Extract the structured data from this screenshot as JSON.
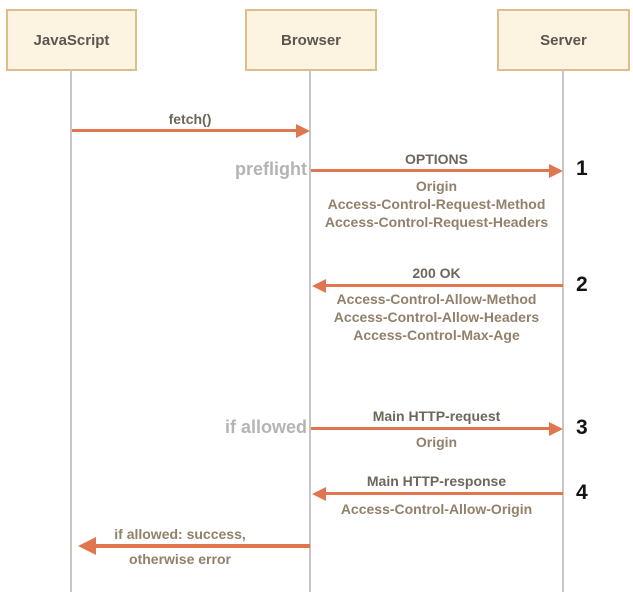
{
  "actors": [
    {
      "label": "JavaScript"
    },
    {
      "label": "Browser"
    },
    {
      "label": "Server"
    }
  ],
  "messages": {
    "fetch": {
      "label": "fetch()",
      "from": "JavaScript",
      "to": "Browser"
    },
    "options": {
      "label": "OPTIONS",
      "from": "Browser",
      "to": "Server",
      "step": "1",
      "note": "preflight",
      "headers": [
        "Origin",
        "Access-Control-Request-Method",
        "Access-Control-Request-Headers"
      ]
    },
    "ok": {
      "label": "200 OK",
      "from": "Server",
      "to": "Browser",
      "step": "2",
      "headers": [
        "Access-Control-Allow-Method",
        "Access-Control-Allow-Headers",
        "Access-Control-Max-Age"
      ]
    },
    "request": {
      "label": "Main HTTP-request",
      "from": "Browser",
      "to": "Server",
      "step": "3",
      "note": "if allowed",
      "headers": [
        "Origin"
      ]
    },
    "response": {
      "label": "Main HTTP-response",
      "from": "Server",
      "to": "Browser",
      "step": "4",
      "headers": [
        "Access-Control-Allow-Origin"
      ]
    },
    "result": {
      "label": "if allowed: success,",
      "label2": "otherwise error",
      "from": "Browser",
      "to": "JavaScript"
    }
  },
  "colors": {
    "arrow": "#e0764f",
    "actor_bg": "#fdf3e1",
    "actor_border": "#ddbe8a",
    "actor_text": "#5b564f",
    "lifeline": "#c6c6c6",
    "label_main": "#6d665b",
    "label_sub": "#93806a",
    "note_gray": "#b4b4b4",
    "step_number": "#141414"
  }
}
